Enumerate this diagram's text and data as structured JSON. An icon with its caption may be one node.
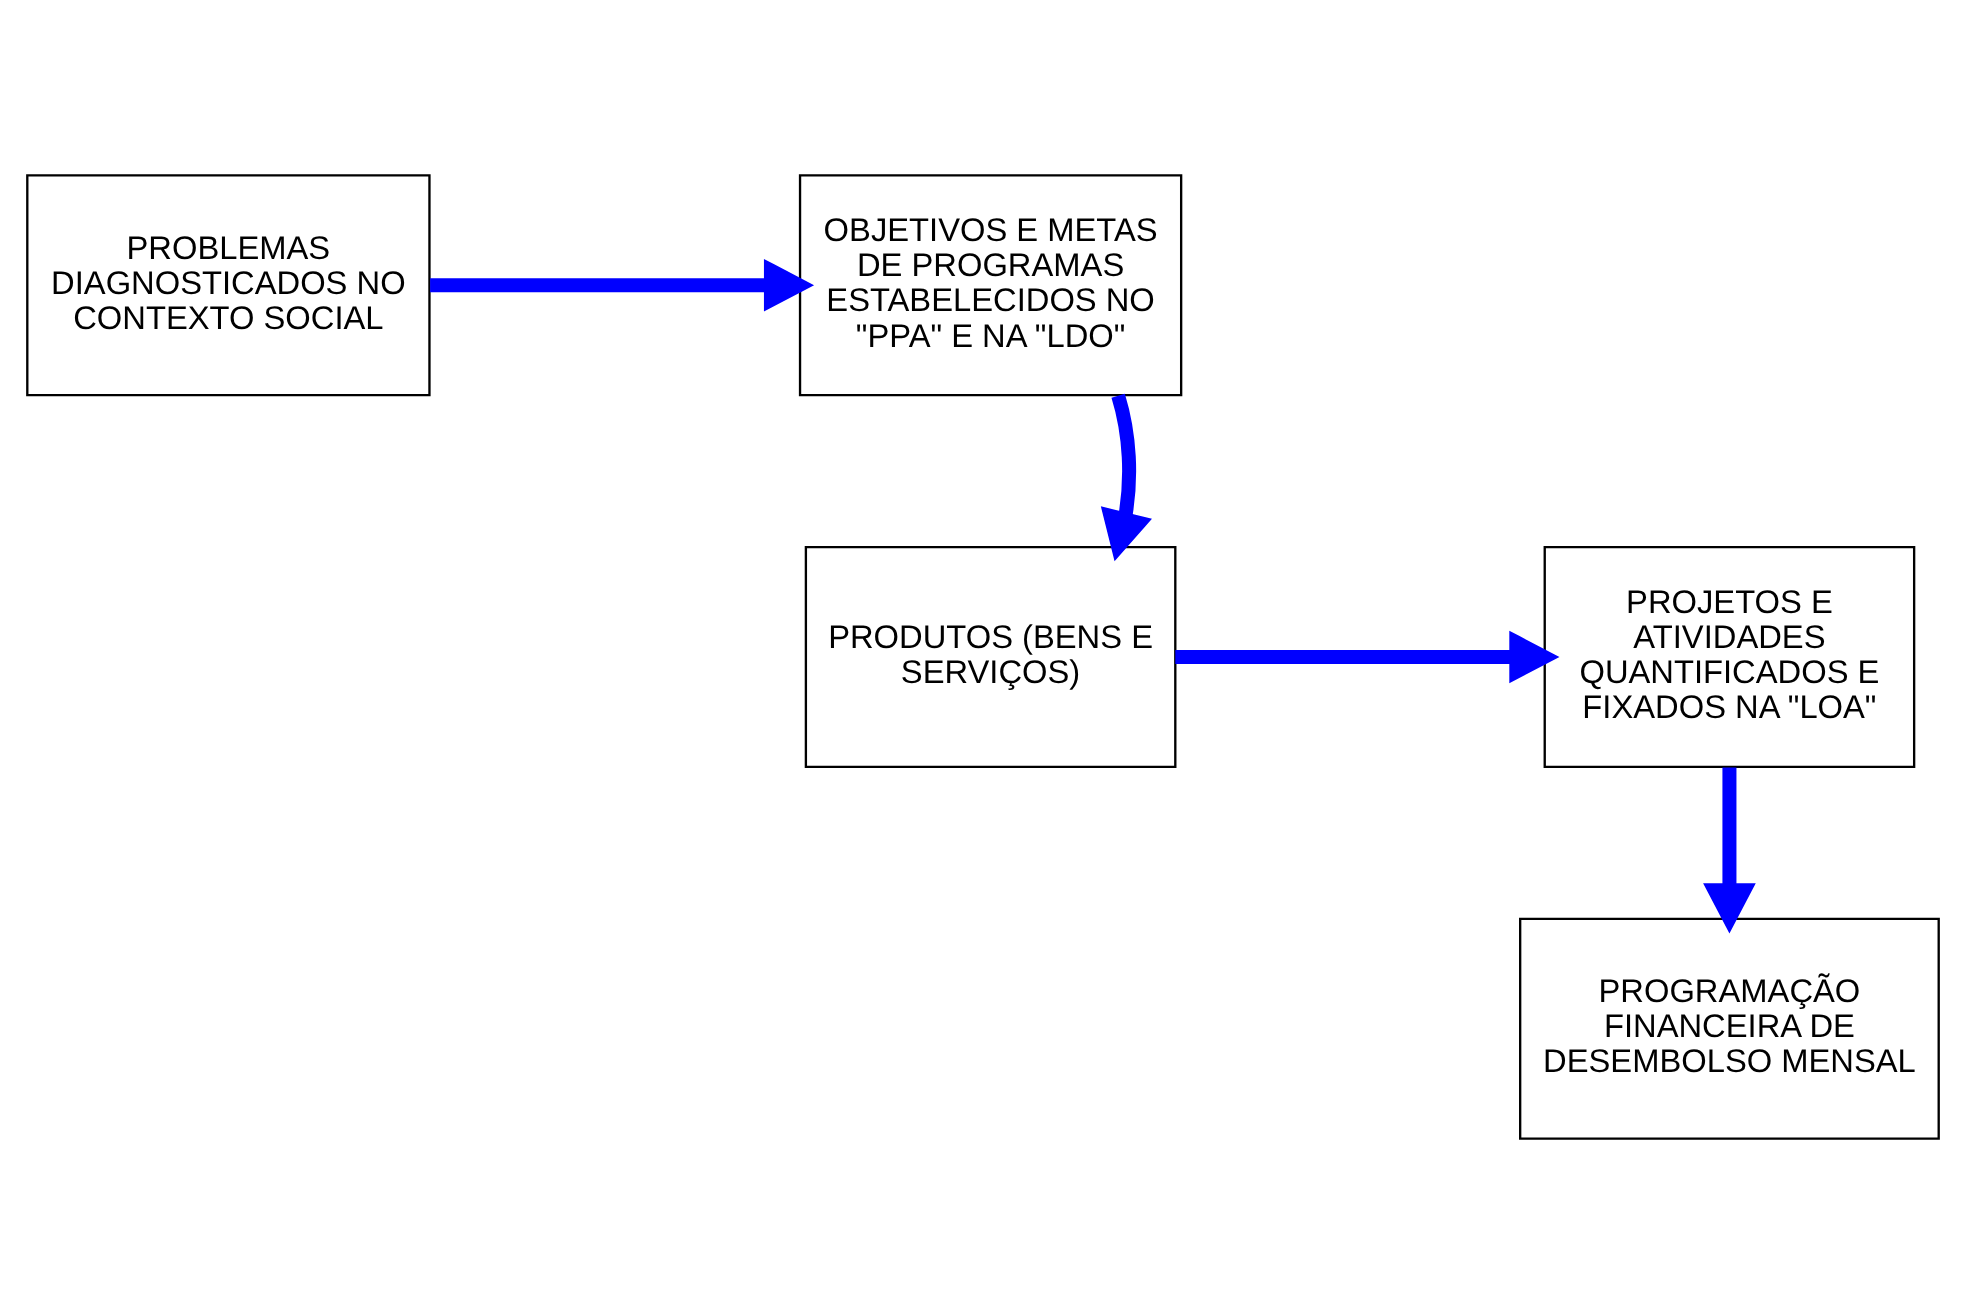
{
  "diagram": {
    "nodes": [
      {
        "text": [
          "PROBLEMAS DIAGNOSTICADOS NO CONTEXTO SOCIAL"
        ]
      },
      {
        "text": [
          "OBJETIVOS E METAS DE PROGRAMAS ESTABELECIDOS NO \"PPA\" E NA \"LDO\""
        ]
      },
      {
        "text": [
          "PRODUTOS (BENS E SERVIÇOS)"
        ]
      },
      {
        "text": [
          "PROJETOS E ATIVIDADES QUANTIFICADOS E FIXADOS NA \"LOA\""
        ]
      },
      {
        "text": [
          "PROGRAMAÇÃO FINANCEIRA DE DESEMBOLSO MENSAL"
        ]
      }
    ],
    "edges": [
      {
        "from": 0,
        "to": 1,
        "arrow": "to"
      },
      {
        "from": 1,
        "to": 2,
        "arrow": "to"
      },
      {
        "from": 2,
        "to": 3,
        "arrow": "to"
      },
      {
        "from": 3,
        "to": 4,
        "arrow": "to"
      }
    ]
  }
}
